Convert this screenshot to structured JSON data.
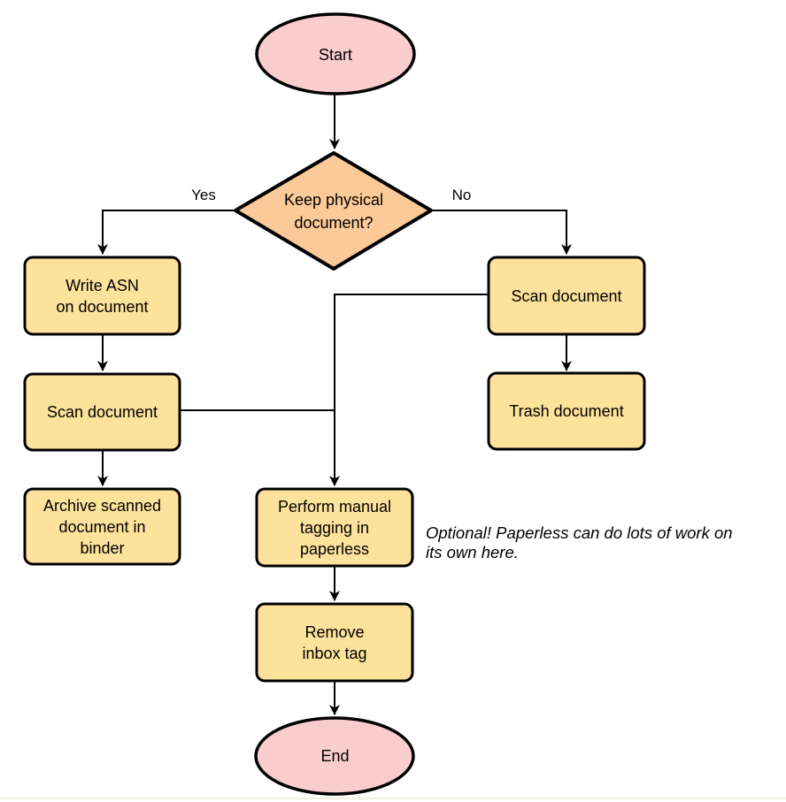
{
  "flowchart": {
    "nodes": {
      "start": {
        "label": "Start",
        "shape": "terminator"
      },
      "decision": {
        "label": "Keep physical\ndocument?",
        "shape": "decision"
      },
      "write_asn": {
        "label": "Write ASN\non document",
        "shape": "process"
      },
      "scan_left": {
        "label": "Scan document",
        "shape": "process"
      },
      "archive": {
        "label": "Archive scanned\ndocument in\nbinder",
        "shape": "process"
      },
      "scan_right": {
        "label": "Scan document",
        "shape": "process"
      },
      "trash": {
        "label": "Trash document",
        "shape": "process"
      },
      "tagging": {
        "label": "Perform manual\ntagging in\npaperless",
        "shape": "process"
      },
      "remove_inbox": {
        "label": "Remove\ninbox tag",
        "shape": "process"
      },
      "end": {
        "label": "End",
        "shape": "terminator"
      }
    },
    "edge_labels": {
      "yes": "Yes",
      "no": "No"
    },
    "annotation": "Optional! Paperless can do lots of work on\nits own here.",
    "colors": {
      "terminator_fill": "#F9CCCE",
      "decision_fill": "#FCCA98",
      "process_fill": "#FDE29B",
      "stroke": "#000000",
      "background": "#FFFFFF"
    }
  }
}
